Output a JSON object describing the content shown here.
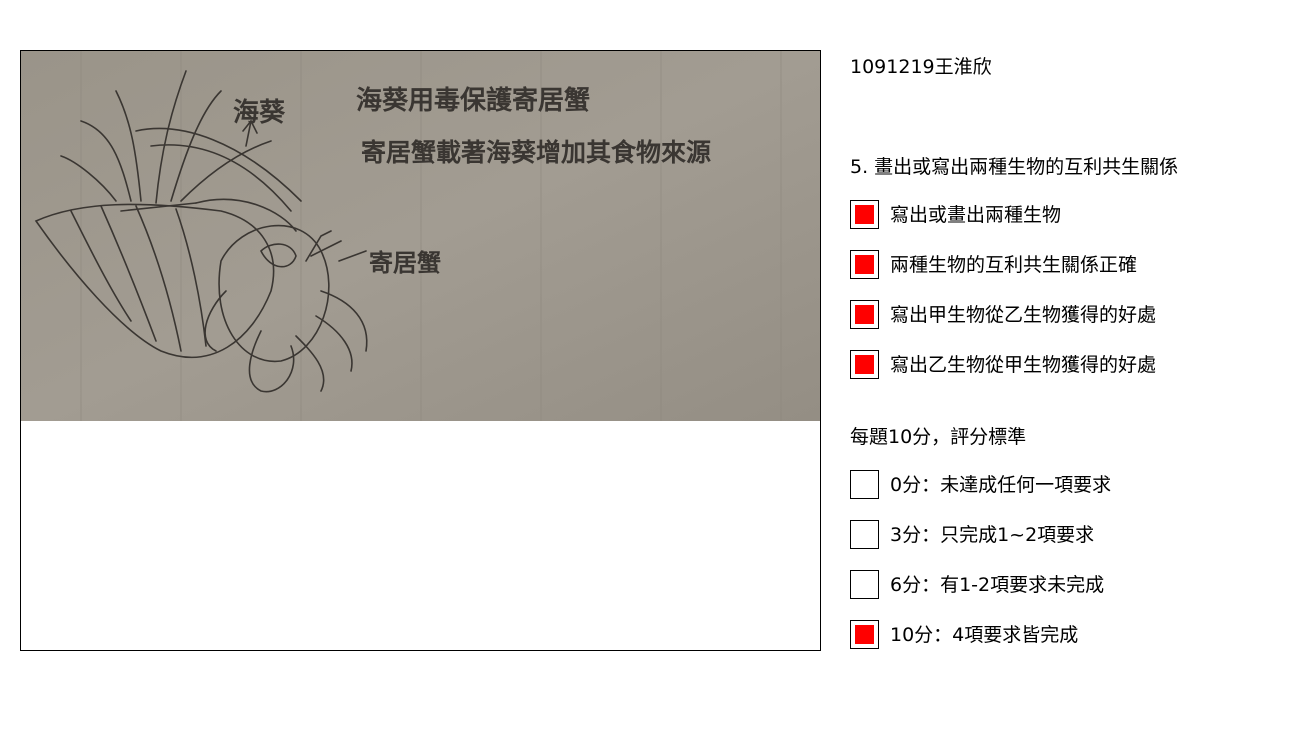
{
  "header": {
    "student_id": "1091219王淮欣"
  },
  "question": {
    "title": "5. 畫出或寫出兩種生物的互利共生關係"
  },
  "requirements": [
    {
      "label": "寫出或畫出兩種生物",
      "checked": true
    },
    {
      "label": "兩種生物的互利共生關係正確",
      "checked": true
    },
    {
      "label": "寫出甲生物從乙生物獲得的好處",
      "checked": true
    },
    {
      "label": "寫出乙生物從甲生物獲得的好處",
      "checked": true
    }
  ],
  "scoring": {
    "title": "每題10分，評分標準",
    "options": [
      {
        "label": "0分：未達成任何一項要求",
        "checked": false
      },
      {
        "label": "3分：只完成1~2項要求",
        "checked": false
      },
      {
        "label": "6分：有1-2項要求未完成",
        "checked": false
      },
      {
        "label": "10分：4項要求皆完成",
        "checked": true
      }
    ]
  },
  "drawing": {
    "label_anemone": "海葵",
    "label_crab": "寄居蟹",
    "note_line1": "海葵用毒保護寄居蟹",
    "note_line2": "寄居蟹載著海葵增加其食物來源"
  },
  "colors": {
    "checked_fill": "#ff0000",
    "paper": "#9d978d",
    "pencil": "#3a3632"
  }
}
